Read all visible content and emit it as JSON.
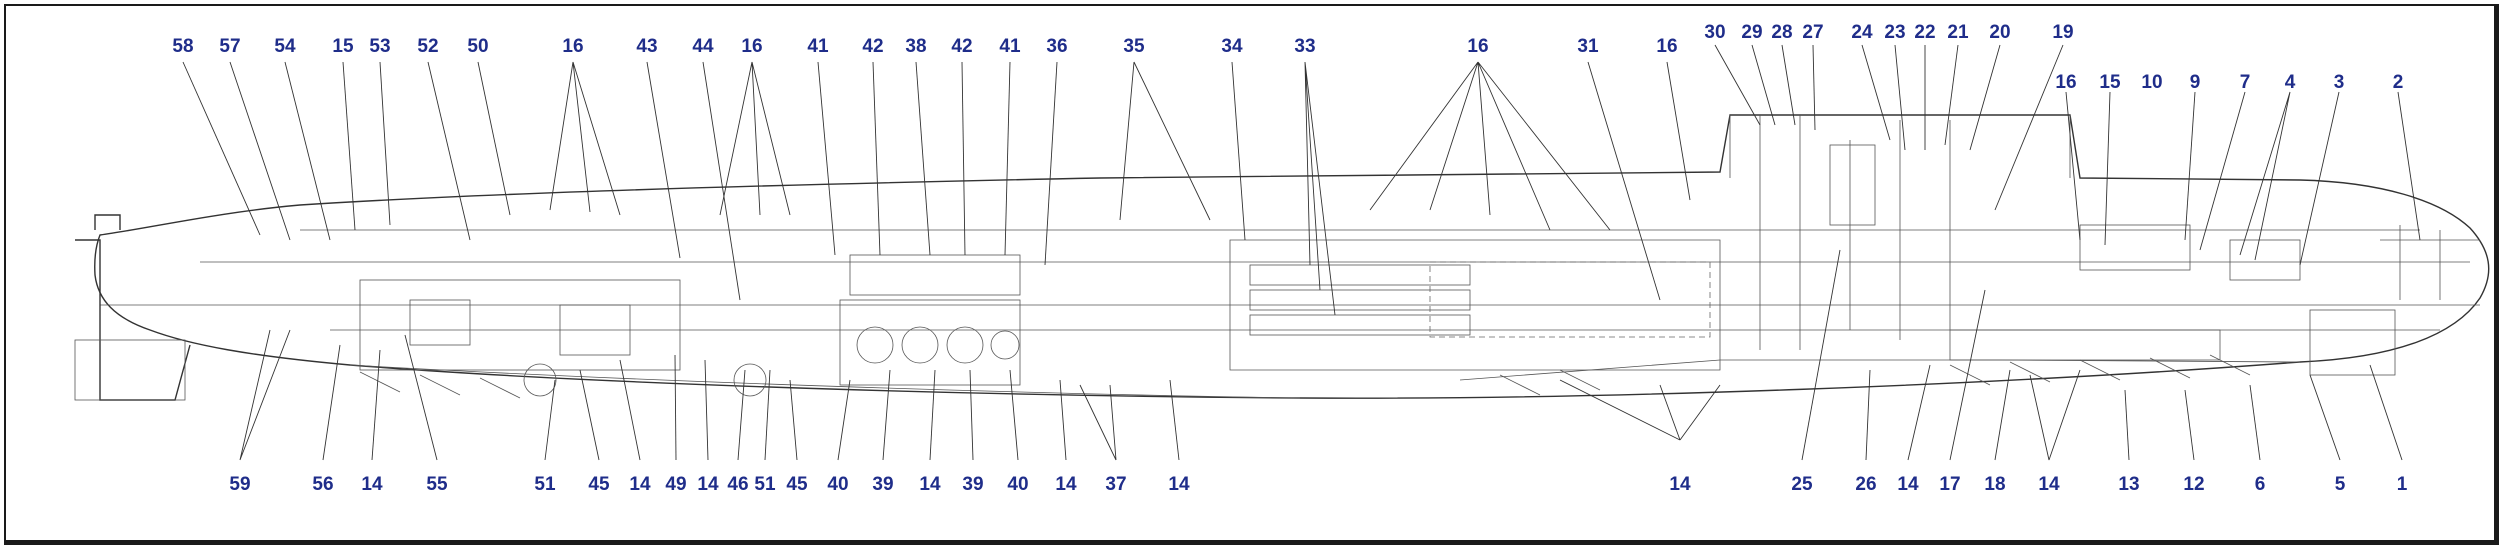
{
  "callouts_top": [
    "58",
    "57",
    "54",
    "15",
    "53",
    "52",
    "50",
    "16",
    "43",
    "44",
    "16",
    "41",
    "42",
    "38",
    "42",
    "41",
    "36",
    "35",
    "34",
    "33",
    "16",
    "31",
    "16",
    "30",
    "29",
    "28",
    "27",
    "24",
    "23",
    "22",
    "21",
    "20",
    "19",
    "16",
    "15",
    "10",
    "9",
    "7",
    "4",
    "3",
    "2"
  ],
  "callouts_bottom": [
    "59",
    "56",
    "14",
    "55",
    "51",
    "45",
    "14",
    "49",
    "14",
    "46",
    "51",
    "45",
    "40",
    "39",
    "14",
    "39",
    "40",
    "14",
    "37",
    "14",
    "14",
    "25",
    "26",
    "14",
    "17",
    "18",
    "14",
    "13",
    "12",
    "6",
    "5",
    "1"
  ],
  "colors": {
    "label": "#1f2d8a",
    "line": "#333333",
    "frame": "#1a1a1a"
  }
}
